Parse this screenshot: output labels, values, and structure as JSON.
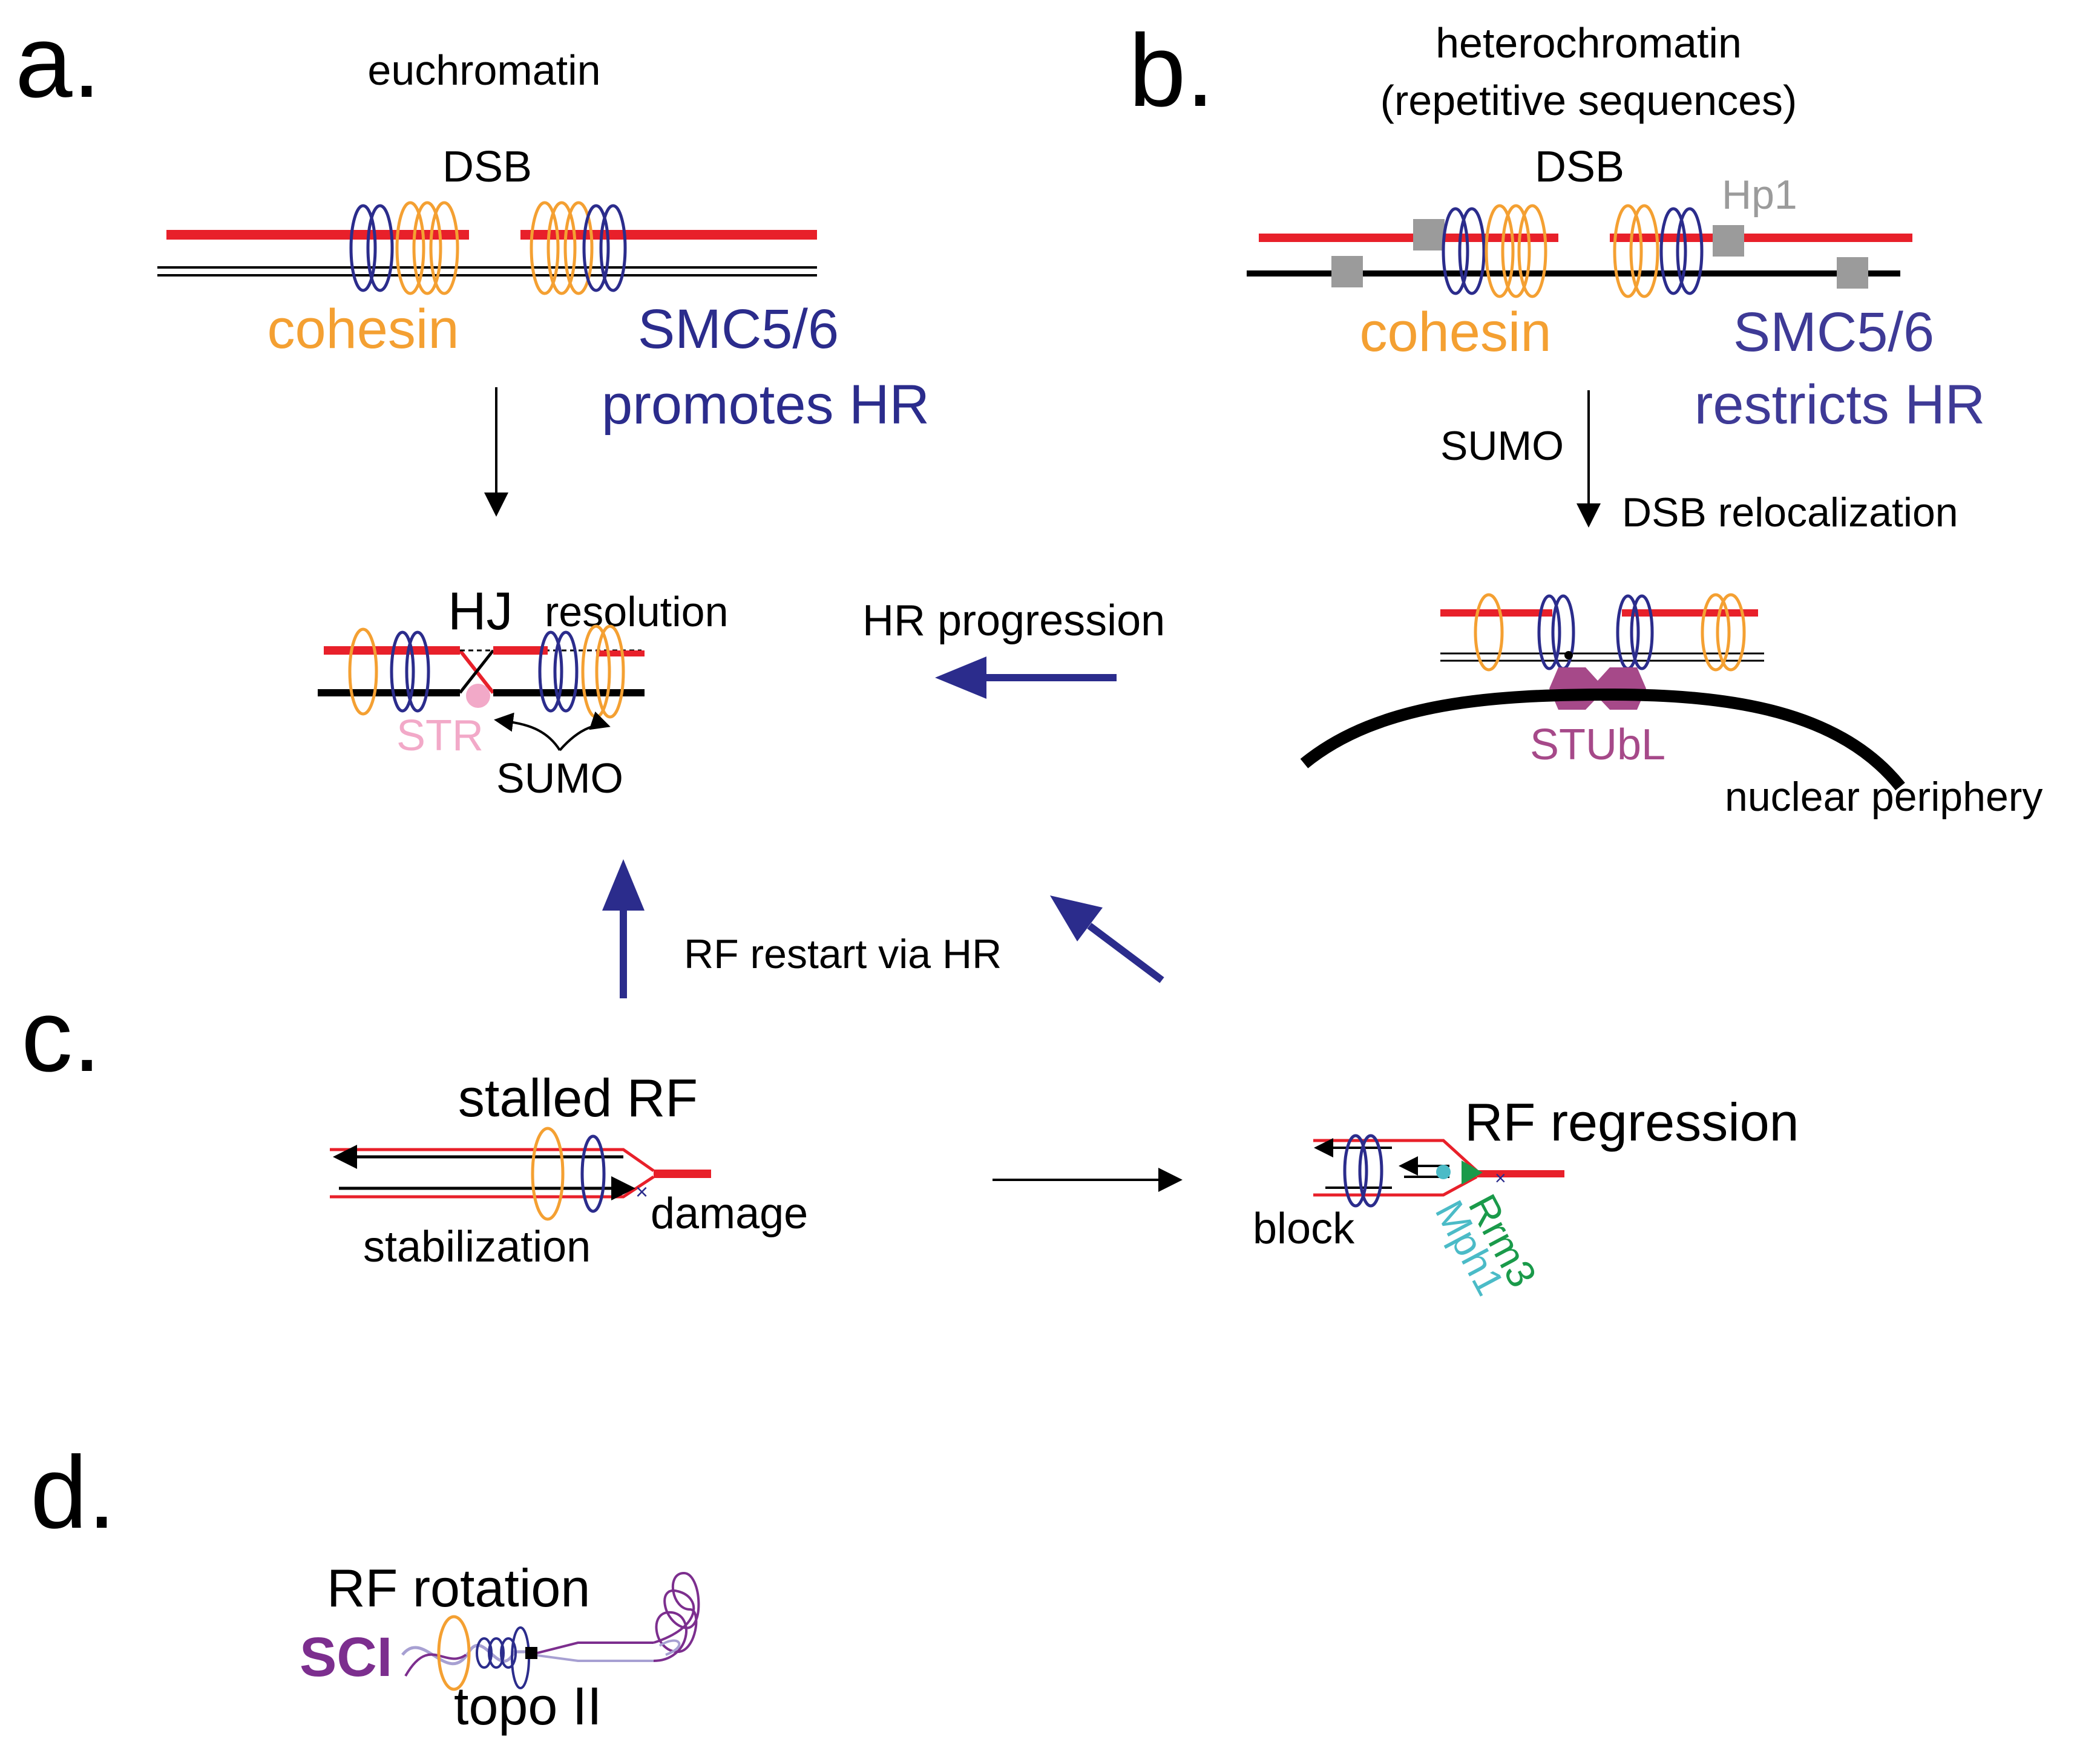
{
  "colors": {
    "black": "#000000",
    "red": "#e8202a",
    "orange": "#f4a032",
    "navy": "#2b2c8c",
    "slate_blue": "#3e3a96",
    "gray": "#9b9b9b",
    "pink": "#f2a9c8",
    "magenta": "#a64989",
    "green": "#1a9a4a",
    "cyan": "#4bbbc7",
    "purple": "#7c2e8e",
    "lavender": "#a7a0d2"
  },
  "panel_a": {
    "letter": "a.",
    "title": "euchromatin",
    "dsb": "DSB",
    "cohesin": "cohesin",
    "smc_line1": "SMC5/6",
    "smc_line2": "promotes HR"
  },
  "panel_b": {
    "letter": "b.",
    "title_line1": "heterochromatin",
    "title_line2": "(repetitive sequences)",
    "dsb": "DSB",
    "hp1": "Hp1",
    "cohesin": "cohesin",
    "smc_line1": "SMC5/6",
    "smc_line2": "restricts HR",
    "sumo": "SUMO",
    "relocalization": "DSB relocalization",
    "stubl": "STUbL",
    "periphery": "nuclear periphery"
  },
  "hj": {
    "hj": "HJ",
    "resolution": "resolution",
    "str": "STR",
    "sumo": "SUMO",
    "progression": "HR progression"
  },
  "panel_c": {
    "letter": "c.",
    "restart": "RF restart via HR",
    "stalled": "stalled RF",
    "stabilization": "stabilization",
    "damage": "damage",
    "regression": "RF regression",
    "block": "block",
    "rrm3": "Rrm3",
    "mph1": "Mph1"
  },
  "panel_d": {
    "letter": "d.",
    "rotation": "RF rotation",
    "sci": "SCI",
    "topo": "topo II"
  }
}
